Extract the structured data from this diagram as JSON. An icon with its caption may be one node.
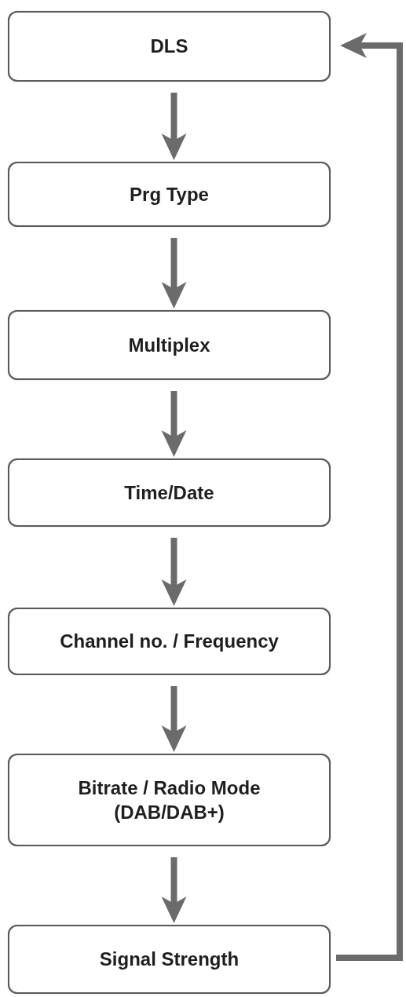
{
  "diagram": {
    "nodes": [
      {
        "text": [
          "DLS"
        ]
      },
      {
        "text": [
          "Prg Type"
        ]
      },
      {
        "text": [
          "Multiplex"
        ]
      },
      {
        "text": [
          "Time/Date"
        ]
      },
      {
        "text": [
          "Channel no. / Frequency"
        ]
      },
      {
        "text": [
          "Bitrate / Radio Mode (DAB/DAB+)"
        ]
      },
      {
        "text": [
          "Signal Strength"
        ]
      }
    ],
    "edges": [
      {
        "from": 0,
        "to": 1,
        "arrow": "to"
      },
      {
        "from": 1,
        "to": 2,
        "arrow": "to"
      },
      {
        "from": 2,
        "to": 3,
        "arrow": "to"
      },
      {
        "from": 3,
        "to": 4,
        "arrow": "to"
      },
      {
        "from": 4,
        "to": 5,
        "arrow": "to"
      },
      {
        "from": 5,
        "to": 6,
        "arrow": "to"
      },
      {
        "from": 6,
        "to": 0,
        "arrow": "to"
      }
    ]
  }
}
